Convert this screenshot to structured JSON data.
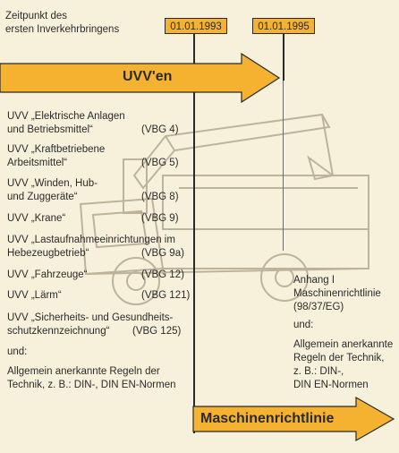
{
  "header": {
    "zeitpunkt_line1": "Zeitpunkt des",
    "zeitpunkt_line2": "ersten Inverkehrbringens",
    "date_1": "01.01.1993",
    "date_2": "01.01.1995"
  },
  "arrows": {
    "uvv_label": "UVV'en",
    "mrl_label": "Maschinenrichtlinie",
    "fill_color": "#f5b230",
    "outline_color": "#2a2a2a"
  },
  "uvv_list": [
    {
      "line1": "UVV „Elektrische Anlagen",
      "line2": "und Betriebsmittel“",
      "code": "(VBG 4)"
    },
    {
      "line1": "UVV „Kraftbetriebene",
      "line2": "Arbeitsmittel“",
      "code": "(VBG 5)"
    },
    {
      "line1": "UVV „Winden, Hub-",
      "line2": "und Zuggeräte“",
      "code": "(VBG 8)"
    },
    {
      "line1": "UVV „Krane“",
      "line2": "",
      "code": "(VBG 9)"
    },
    {
      "line1": "UVV „Lastaufnahmeeinrichtungen im",
      "line2": "Hebezeugbetrieb“",
      "code": "(VBG 9a)"
    },
    {
      "line1": "UVV „Fahrzeuge“",
      "line2": "",
      "code": "(VBG 12)"
    },
    {
      "line1": "UVV „Lärm“",
      "line2": "",
      "code": "(VBG 121)"
    },
    {
      "line1": "UVV „Sicherheits- und Gesundheits-",
      "line2": "schutzkennzeichnung“",
      "code": "(VBG 125)"
    }
  ],
  "left_footer": {
    "und": "und:",
    "line1": "Allgemein anerkannte Regeln der",
    "line2": "Technik, z. B.: DIN-, DIN EN-Normen"
  },
  "right_block": {
    "line1": "Anhang I",
    "line2": "Maschinenrichtlinie",
    "line3": "(98/37/EG)",
    "und": "und:",
    "line4": "Allgemein anerkannte",
    "line5": "Regeln der Technik,",
    "line6": "z. B.: DIN-,",
    "line7": "DIN EN-Normen"
  }
}
